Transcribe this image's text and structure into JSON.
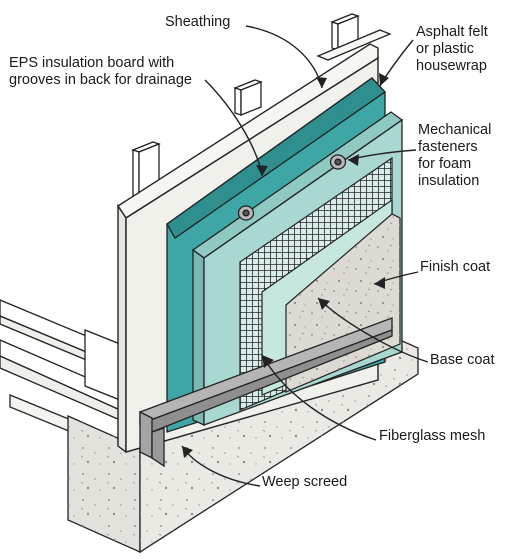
{
  "labels": {
    "sheathing": "Sheathing",
    "eps": "EPS insulation board with\ngrooves in back for drainage",
    "housewrap": "Asphalt felt\nor plastic\nhousewrap",
    "fasteners": "Mechanical\nfasteners\nfor foam\ninsulation",
    "finish": "Finish coat",
    "base": "Base coat",
    "mesh": "Fiberglass mesh",
    "weep": "Weep screed"
  },
  "colors": {
    "housewrap": "#3fa6a6",
    "eps_board": "#a9d7d1",
    "base_coat": "#c6e6e0",
    "finish_coat": "#dcdad3",
    "sheathing": "#f1f1ec",
    "foundation": "#e4e2dc",
    "weep_screed": "#9a9a9a",
    "line": "#222222"
  }
}
